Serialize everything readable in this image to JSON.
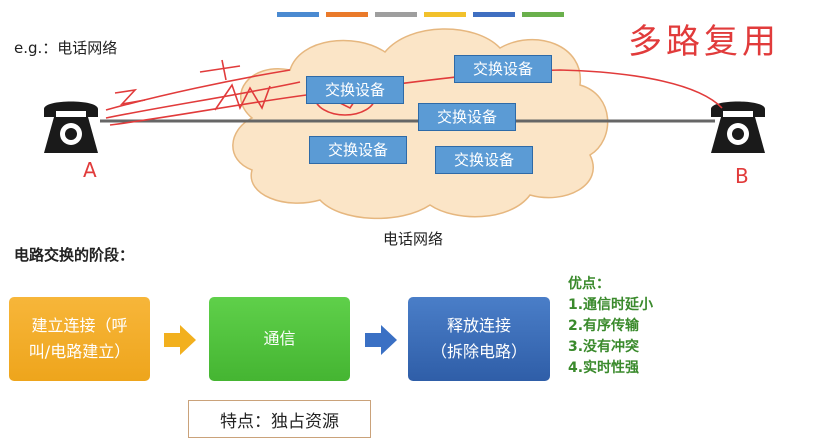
{
  "header": {
    "eg_label": "e.g.：电话网络",
    "accent_colors": [
      "#4a8ad1",
      "#ea7a2a",
      "#9e9e9e",
      "#f2c12b",
      "#3f6fc1",
      "#6ab04c"
    ]
  },
  "network": {
    "cloud_label": "电话网络",
    "switches": [
      "交换设备",
      "交换设备",
      "交换设备",
      "交换设备",
      "交换设备"
    ],
    "phone_a_icon": "telephone-icon",
    "phone_b_icon": "telephone-icon"
  },
  "annotations": {
    "endpoint_a": "A",
    "endpoint_b": "B",
    "multiplexing_note": "多路复用"
  },
  "stages": {
    "title": "电路交换的阶段：",
    "items": [
      {
        "line1": "建立连接（呼",
        "line2": "叫/电路建立）",
        "color": "#f2ad2a"
      },
      {
        "line1": "通信",
        "line2": "",
        "color": "#52c23d"
      },
      {
        "line1": "释放连接",
        "line2": "（拆除电路）",
        "color": "#3a6bb8"
      }
    ],
    "arrow_colors": [
      "#f2b01e",
      "#3a70c4"
    ]
  },
  "advantages": {
    "title": "优点：",
    "items": [
      "1.通信时延小",
      "2.有序传输",
      "3.没有冲突",
      "4.实时性强"
    ]
  },
  "feature": {
    "text": "特点：独占资源"
  }
}
